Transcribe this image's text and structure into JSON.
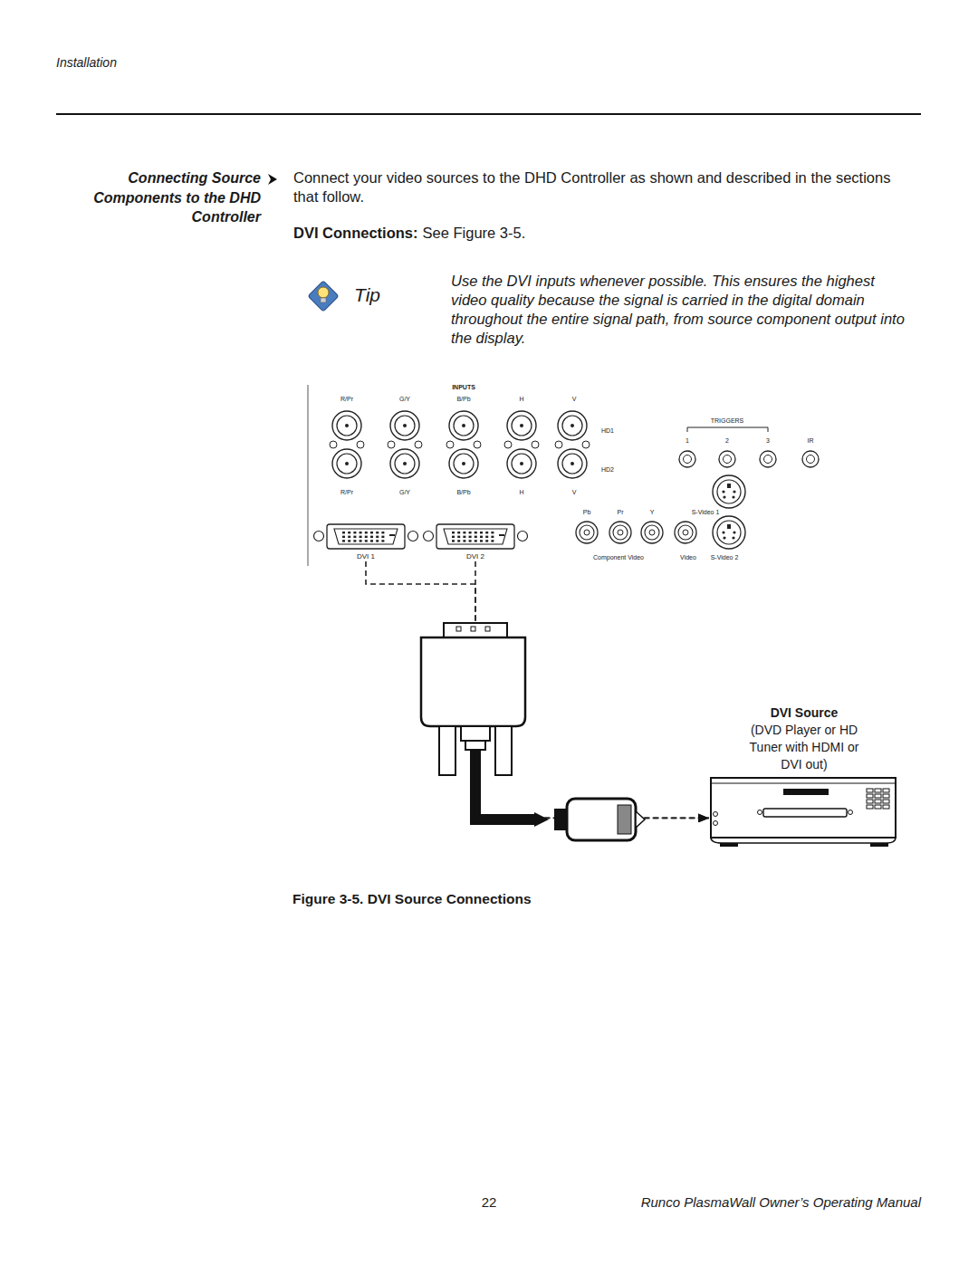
{
  "diagram": {
    "title": "Connecting Source Components to the DHD Controller",
    "caption": "Figure 3-5. DVI Source Connections",
    "nodes": [
      {
        "text": [
          "DVI 1"
        ]
      },
      {
        "text": [
          "DVI 2"
        ]
      },
      {
        "text": [
          "DVI Source",
          "(DVD Player or HD Tuner with HDMI or DVI out)"
        ]
      }
    ],
    "edges": [
      {
        "from": 0,
        "to": 2,
        "arrow": "to"
      },
      {
        "from": 1,
        "to": 2,
        "arrow": "to"
      }
    ],
    "labels": [
      "Installation",
      "Connect your video sources to the DHD Controller as shown and described in the sections that follow.",
      "DVI Connections:",
      "See Figure 3-5.",
      "Tip",
      "Use the DVI inputs whenever possible. This ensures the highest video quality because the signal is carried in the digital domain throughout the entire signal path, from source component output into the display.",
      "INPUTS",
      "R/Pr",
      "G/Y",
      "B/Pb",
      "H",
      "V",
      "HD1",
      "TRIGGERS",
      "1",
      "2",
      "3",
      "IR",
      "HD2",
      "R/Pr",
      "G/Y",
      "B/Pb",
      "H",
      "V",
      "Pb",
      "Pr",
      "Y",
      "S-Video 1",
      "Component Video",
      "Video",
      "S-Video 2",
      "22",
      "Runco PlasmaWall Owner’s Operating Manual"
    ]
  }
}
